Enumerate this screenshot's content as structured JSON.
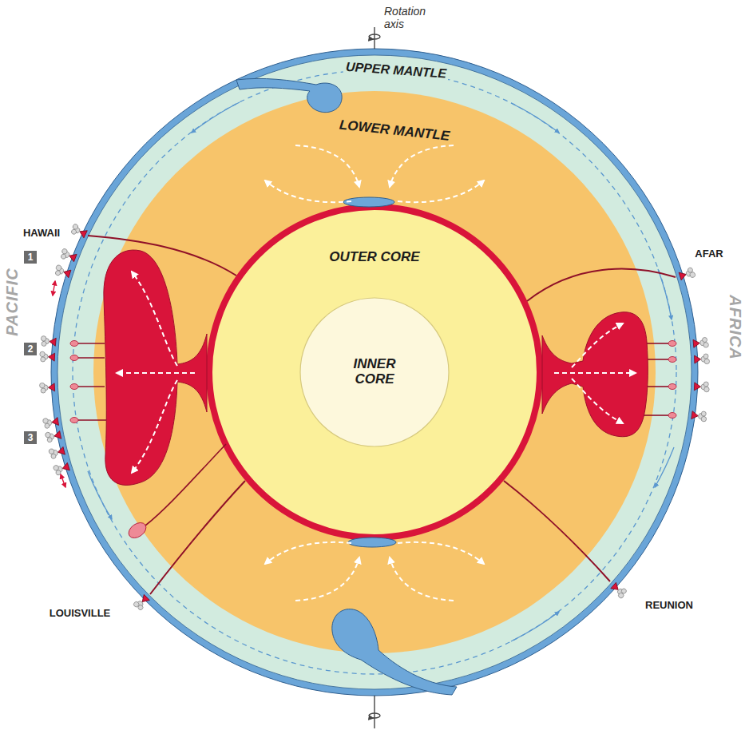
{
  "diagram": {
    "nodes": [
      {
        "text": [
          "UPPER MANTLE"
        ]
      },
      {
        "text": [
          "LOWER MANTLE"
        ],
        "in": 0
      },
      {
        "text": [
          "OUTER CORE"
        ],
        "in": 1
      },
      {
        "text": [
          "INNER CORE"
        ],
        "in": 2
      }
    ],
    "labels": [
      "Rotation axis",
      "HAWAII",
      "1",
      "2",
      "3",
      "PACIFIC",
      "LOUISVILLE",
      "AFAR",
      "AFRICA",
      "REUNION"
    ]
  }
}
